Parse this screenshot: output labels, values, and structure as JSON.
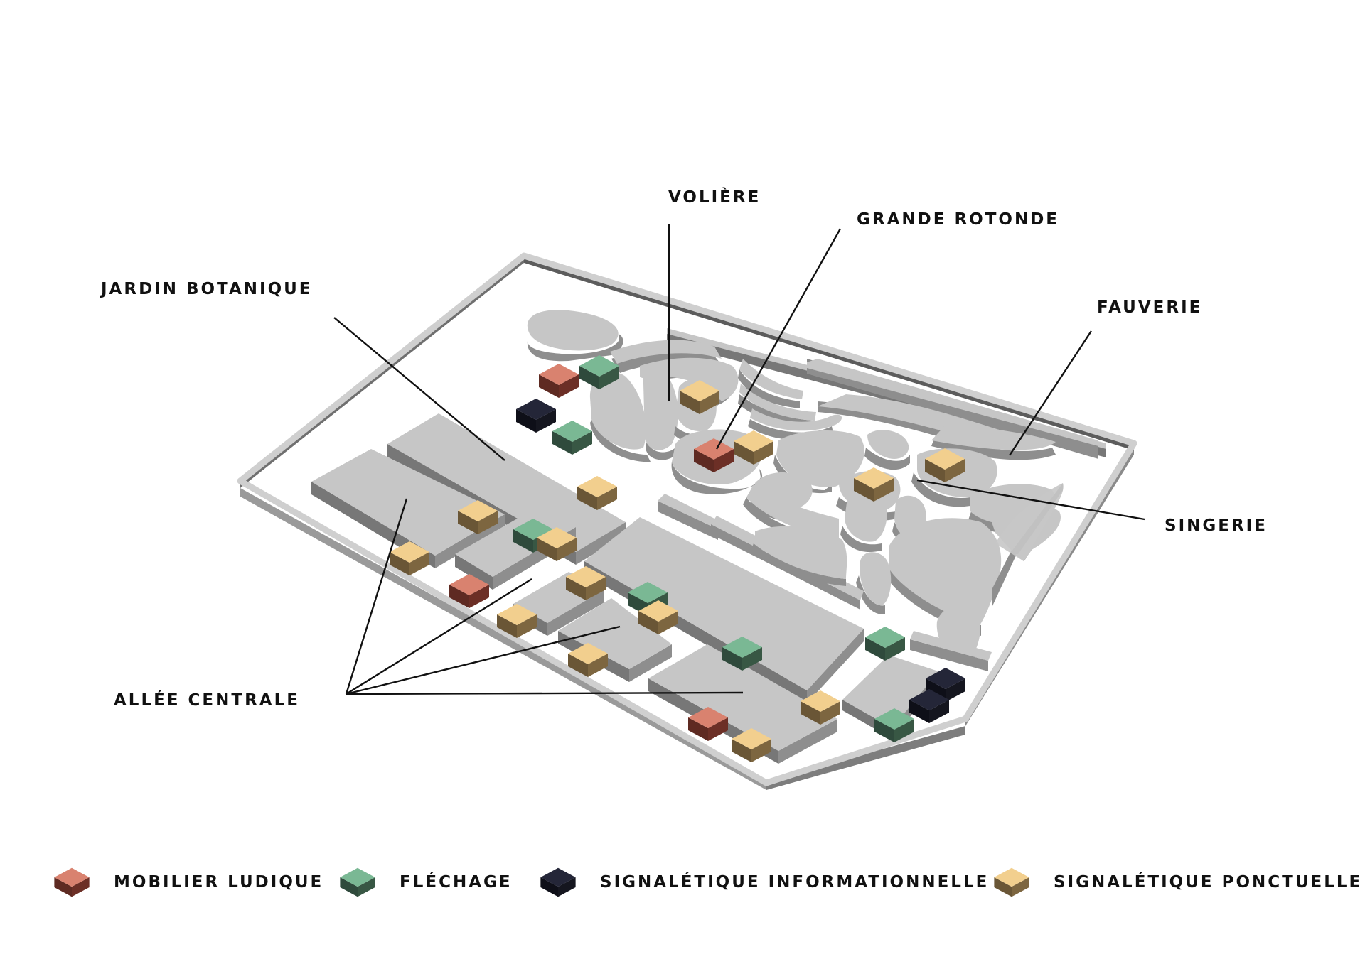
{
  "labels": {
    "voliere": "VOLIÈRE",
    "grande_rotonde": "GRANDE ROTONDE",
    "jardin_botanique": "JARDIN BOTANIQUE",
    "fauverie": "FAUVERIE",
    "singerie": "SINGERIE",
    "allee_centrale": "ALLÉE CENTRALE"
  },
  "legend": [
    {
      "key": "ludique",
      "label": "MOBILIER LUDIQUE",
      "color": "#d9826f"
    },
    {
      "key": "flechage",
      "label": "FLÉCHAGE",
      "color": "#7ab894"
    },
    {
      "key": "info",
      "label": "SIGNALÉTIQUE INFORMATIONNELLE",
      "color": "#242638"
    },
    {
      "key": "ponctuelle",
      "label": "SIGNALÉTIQUE PONCTUELLE",
      "color": "#f2cf8e"
    }
  ],
  "colors": {
    "ground": "#c6c6c6",
    "ground_side": "#8e8e8e",
    "wall_top": "#c9c9c9",
    "wall_side": "#6f6f6f",
    "ink": "#111111"
  }
}
